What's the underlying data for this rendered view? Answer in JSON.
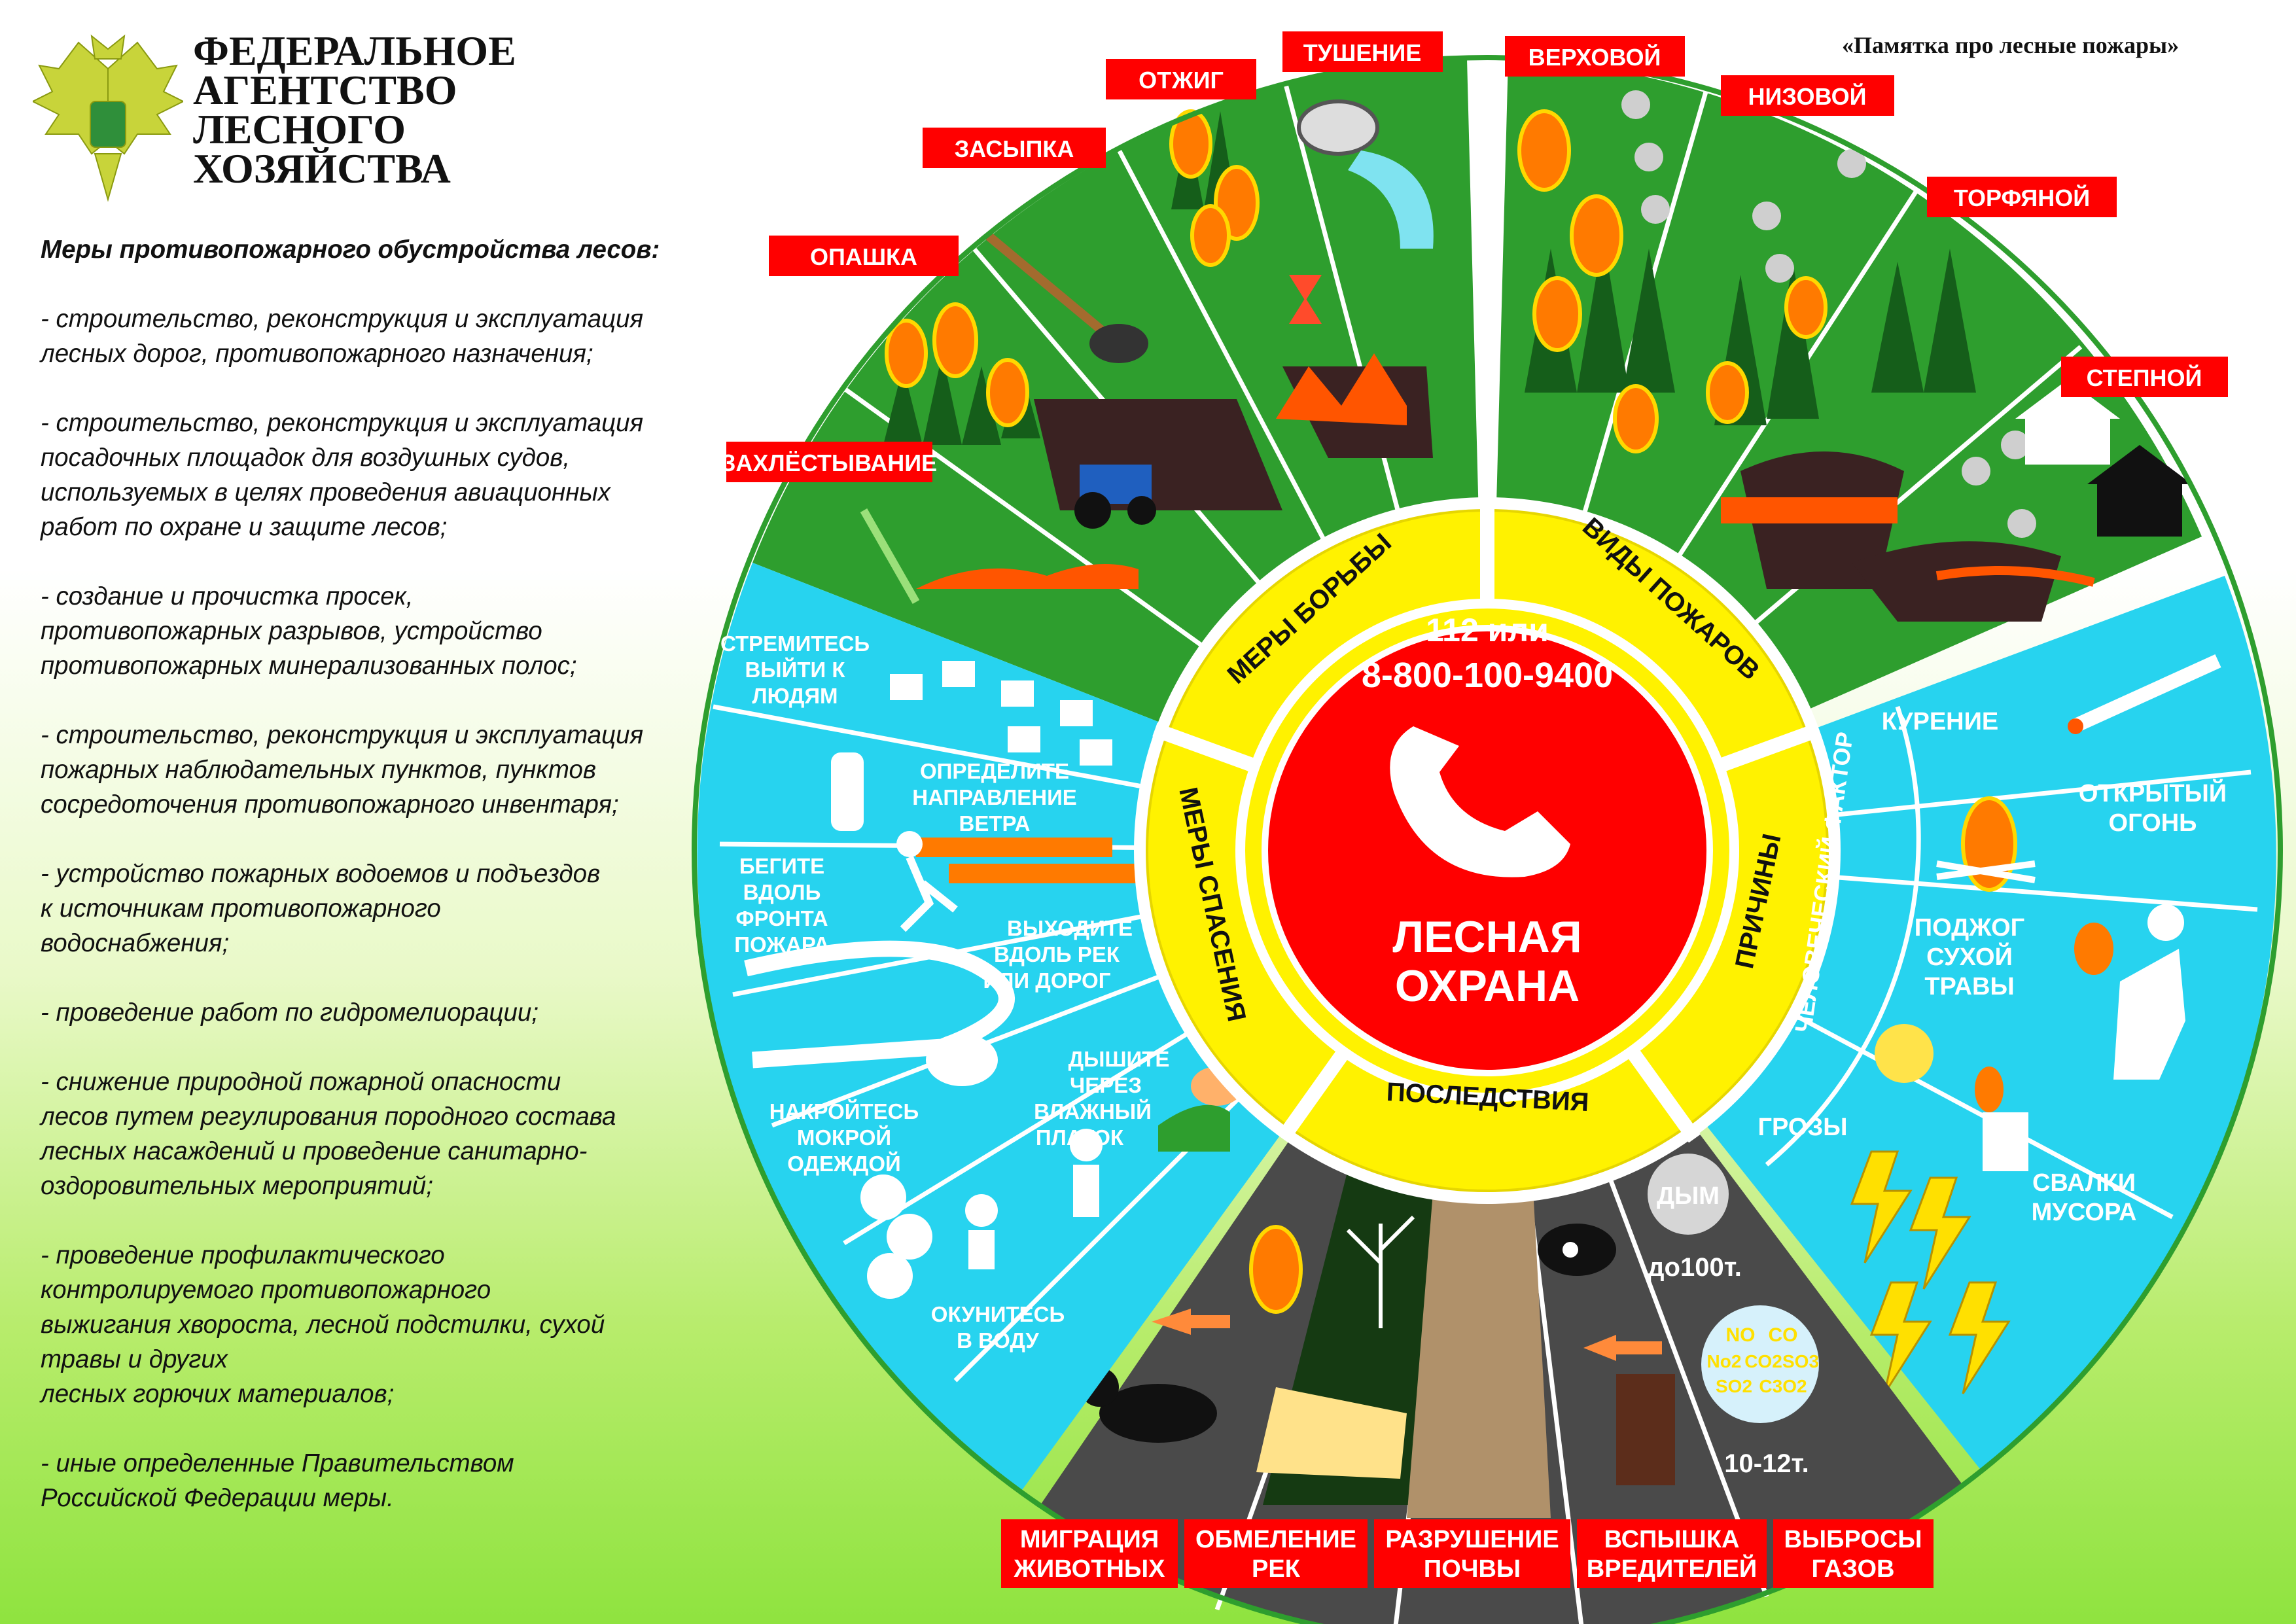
{
  "agency": {
    "lines": [
      "ФЕДЕРАЛЬНОЕ",
      "АГЕНТСТВО",
      "ЛЕСНОГО",
      "ХОЗЯЙСТВА"
    ]
  },
  "memo_title": "«Памятка про лесные пожары»",
  "measures": {
    "heading": "Меры противопожарного обустройства лесов:",
    "items": [
      [
        "- строительство, реконструкция и эксплуатация",
        "лесных дорог, противопожарного назначения;"
      ],
      [
        "- строительство, реконструкция и эксплуатация",
        "посадочных площадок для воздушных судов,",
        "используемых в целях проведения авиационных",
        "работ по охране и защите лесов;"
      ],
      [
        "- создание и прочистка просек,",
        "противопожарных разрывов, устройство",
        "противопожарных минерализованных полос;"
      ],
      [
        "- строительство, реконструкция и эксплуатация",
        "пожарных наблюдательных пунктов, пунктов",
        "сосредоточения противопожарного инвентаря;"
      ],
      [
        "- устройство пожарных водоемов и подъездов",
        "к источникам противопожарного",
        "водоснабжения;"
      ],
      [
        "- проведение работ по гидромелиорации;"
      ],
      [
        "- снижение природной пожарной опасности",
        "лесов путем регулирования породного состава",
        "лесных насаждений и проведение санитарно-",
        "оздоровительных мероприятий;"
      ],
      [
        "- проведение профилактического",
        "контролируемого противопожарного",
        "выжигания хвороста, лесной подстилки, сухой",
        "травы и других",
        "лесных горючих материалов;"
      ],
      [
        "- иные определенные Правительством",
        "Российской Федерации меры."
      ]
    ]
  },
  "center": {
    "phone1": "112 или",
    "phone2": "8-800-100-9400",
    "title1": "ЛЕСНАЯ",
    "title2": "ОХРАНА"
  },
  "ring": {
    "fight": "МЕРЫ БОРЬБЫ",
    "types": "ВИДЫ ПОЖАРОВ",
    "causes": "ПРИЧИНЫ",
    "consequences": "ПОСЛЕДСТВИЯ",
    "rescue": "МЕРЫ СПАСЕНИЯ"
  },
  "fight_methods": [
    "ЗАХЛЁСТЫВАНИЕ",
    "ОПАШКА",
    "ЗАСЫПКА",
    "ОТЖИГ",
    "ТУШЕНИЕ"
  ],
  "fire_types": [
    "ВЕРХОВОЙ",
    "НИЗОВОЙ",
    "ТОРФЯНОЙ",
    "СТЕПНОЙ"
  ],
  "causes": {
    "human_factor": "ЧЕЛОВЕЧЕСКИЙ ФАКТОР",
    "smoking": "КУРЕНИЕ",
    "open_fire": [
      "ОТКРЫТЫЙ",
      "ОГОНЬ"
    ],
    "arson": [
      "ПОДЖОГ",
      "СУХОЙ",
      "ТРАВЫ"
    ],
    "storms": "ГРОЗЫ",
    "dumps": [
      "СВАЛКИ",
      "МУСОРА"
    ]
  },
  "rescue": {
    "go_to_people": [
      "СТРЕМИТЕСЬ",
      "ВЫЙТИ К",
      "ЛЮДЯМ"
    ],
    "wind": [
      "ОПРЕДЕЛИТЕ",
      "НАПРАВЛЕНИЕ",
      "ВЕТРА"
    ],
    "run_along": [
      "БЕГИТЕ",
      "ВДОЛЬ",
      "ФРОНТА",
      "ПОЖАРА"
    ],
    "exit_rivers": [
      "ВЫХОДИТЕ",
      "ВДОЛЬ РЕК",
      "ИЛИ ДОРОГ"
    ],
    "cover_wet": [
      "НАКРОЙТЕСЬ",
      "МОКРОЙ",
      "ОДЕЖДОЙ"
    ],
    "breathe": [
      "ДЫШИТЕ",
      "ЧЕРЕЗ",
      "ВЛАЖНЫЙ",
      "ПЛАТОК"
    ],
    "water": [
      "ОКУНИТЕСЬ",
      "В ВОДУ"
    ]
  },
  "consequences": [
    [
      "МИГРАЦИЯ",
      "ЖИВОТНЫХ"
    ],
    [
      "ОБМЕЛЕНИЕ",
      "РЕК"
    ],
    [
      "РАЗРУШЕНИЕ",
      "ПОЧВЫ"
    ],
    [
      "ВСПЫШКА",
      "ВРЕДИТЕЛЕЙ"
    ],
    [
      "ВЫБРОСЫ",
      "ГАЗОВ"
    ]
  ],
  "emissions": {
    "smoke": "ДЫМ",
    "smoke_amount": "до100т.",
    "gases_amount": "10-12т.",
    "gases": [
      "NO",
      "CO",
      "No2",
      "CO2",
      "SO3",
      "SO2",
      "C3O2"
    ]
  },
  "colors": {
    "red": "#ff0000",
    "yellow": "#fff200",
    "green": "#2e9e2e",
    "cyan": "#27d3ef",
    "dark": "#4a4a4a"
  }
}
